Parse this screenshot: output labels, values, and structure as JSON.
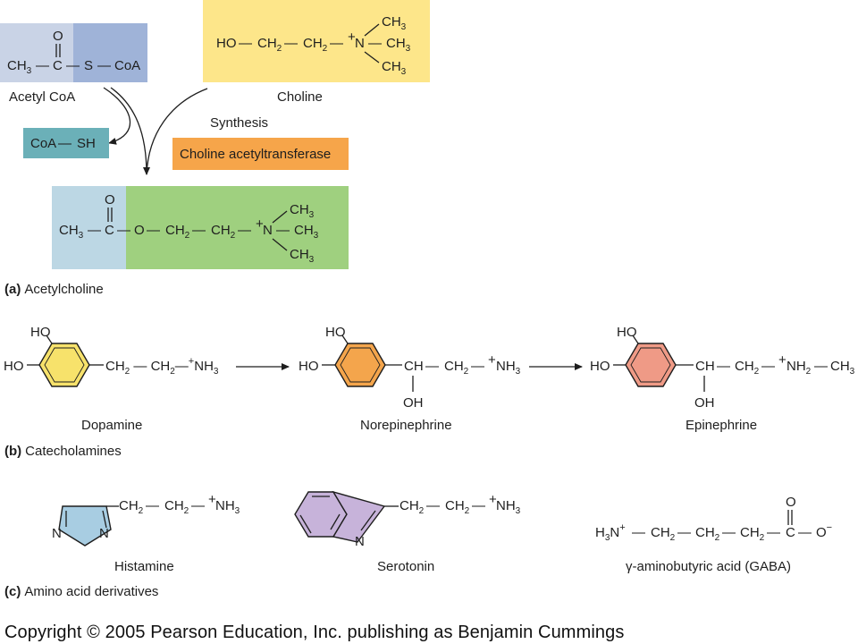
{
  "colors": {
    "acetyl_left": "#c9d3e6",
    "acetyl_right": "#9fb3d8",
    "choline": "#fde68a",
    "coash": "#6bb0b8",
    "enzyme": "#f6a54a",
    "ach_left": "#bcd7e4",
    "ach_right": "#9fd07f",
    "ring_dopamine": "#f7e26b",
    "ring_norepinephrine": "#f4a54c",
    "ring_epinephrine": "#ef9a86",
    "ring_histamine": "#a8cde2",
    "ring_serotonin": "#c7b3da"
  },
  "acetylcoa": {
    "o": "O",
    "ch3": "CH",
    "ch3_sub": "3",
    "dash1": "—",
    "c": "C",
    "dash2": "—",
    "s": "S",
    "dash3": "—",
    "coa": "CoA",
    "label": "Acetyl CoA"
  },
  "choline": {
    "ho": "HO",
    "dash1": "—",
    "ch2a": "CH",
    "ch2a_sub": "2",
    "dash2": "—",
    "ch2b": "CH",
    "ch2b_sub": "2",
    "dash3": "—",
    "plus": "+",
    "n": "N",
    "dash4": "—",
    "ch3_top": "CH",
    "ch3_top_sub": "3",
    "ch3_mid": "CH",
    "ch3_mid_sub": "3",
    "ch3_bot": "CH",
    "ch3_bot_sub": "3",
    "label": "Choline"
  },
  "coash": {
    "coa": "CoA",
    "dash": "—",
    "sh": "SH"
  },
  "synthesis_label": "Synthesis",
  "enzyme_label": "Choline acetyltransferase",
  "acetylcholine": {
    "o": "O",
    "ch3": "CH",
    "ch3_sub": "3",
    "dash1": "—",
    "c": "C",
    "dash2": "—",
    "o_ester": "O",
    "dash3": "—",
    "ch2a": "CH",
    "ch2a_sub": "2",
    "dash4": "—",
    "ch2b": "CH",
    "ch2b_sub": "2",
    "dash5": "—",
    "plus": "+",
    "n": "N",
    "dash6": "—",
    "ch3_top": "CH",
    "ch3_top_sub": "3",
    "ch3_mid": "CH",
    "ch3_mid_sub": "3",
    "ch3_bot": "CH",
    "ch3_bot_sub": "3"
  },
  "captions": {
    "a_letter": "(a)",
    "a_text": "Acetylcholine",
    "b_letter": "(b)",
    "b_text": "Catecholamines",
    "c_letter": "(c)",
    "c_text": "Amino acid derivatives"
  },
  "dopamine": {
    "ho_top": "HO",
    "ho_left": "HO",
    "chain": "CH",
    "chain_sub1": "2",
    "chain_mid": " — CH",
    "chain_sub2": "2",
    "chain_end": "—",
    "plus": "+",
    "nh": "NH",
    "nh_sub": "3",
    "label": "Dopamine"
  },
  "norepinephrine": {
    "ho_top": "HO",
    "ho_left": "HO",
    "ch": "CH",
    "dash1": "—",
    "ch2": "CH",
    "ch2_sub": "2",
    "dash2": "—",
    "plus": "+",
    "nh": "NH",
    "nh_sub": "3",
    "oh": "OH",
    "label": "Norepinephrine"
  },
  "epinephrine": {
    "ho_top": "HO",
    "ho_left": "HO",
    "ch": "CH",
    "dash1": "—",
    "ch2": "CH",
    "ch2_sub": "2",
    "dash2": "—",
    "plus": "+",
    "nh": "NH",
    "nh_sub": "2",
    "dash3": "—",
    "ch3": "CH",
    "ch3_sub": "3",
    "oh": "OH",
    "label": "Epinephrine"
  },
  "histamine": {
    "n1": "N",
    "n2": "N",
    "ch2a": "CH",
    "ch2a_sub": "2",
    "dash1": "—",
    "ch2b": "CH",
    "ch2b_sub": "2",
    "dash2": "—",
    "plus": "+",
    "nh": "NH",
    "nh_sub": "3",
    "label": "Histamine"
  },
  "serotonin": {
    "n": "N",
    "ch2a": "CH",
    "ch2a_sub": "2",
    "dash1": "—",
    "ch2b": "CH",
    "ch2b_sub": "2",
    "dash2": "—",
    "plus": "+",
    "nh": "NH",
    "nh_sub": "3",
    "label": "Serotonin"
  },
  "gaba": {
    "h3n": "H",
    "h3n_sub": "3",
    "h3n_n": "N",
    "plus": "+",
    "dash1": "—",
    "ch2a": "CH",
    "ch2a_sub": "2",
    "dash2": "—",
    "ch2b": "CH",
    "ch2b_sub": "2",
    "dash3": "—",
    "ch2c": "CH",
    "ch2c_sub": "2",
    "dash4": "—",
    "c": "C",
    "dash5": "—",
    "o_minus": "O",
    "minus": "−",
    "o_top": "O",
    "label": "γ-aminobutyric acid (GABA)"
  },
  "copyright": "Copyright © 2005 Pearson Education, Inc. publishing as Benjamin Cummings"
}
